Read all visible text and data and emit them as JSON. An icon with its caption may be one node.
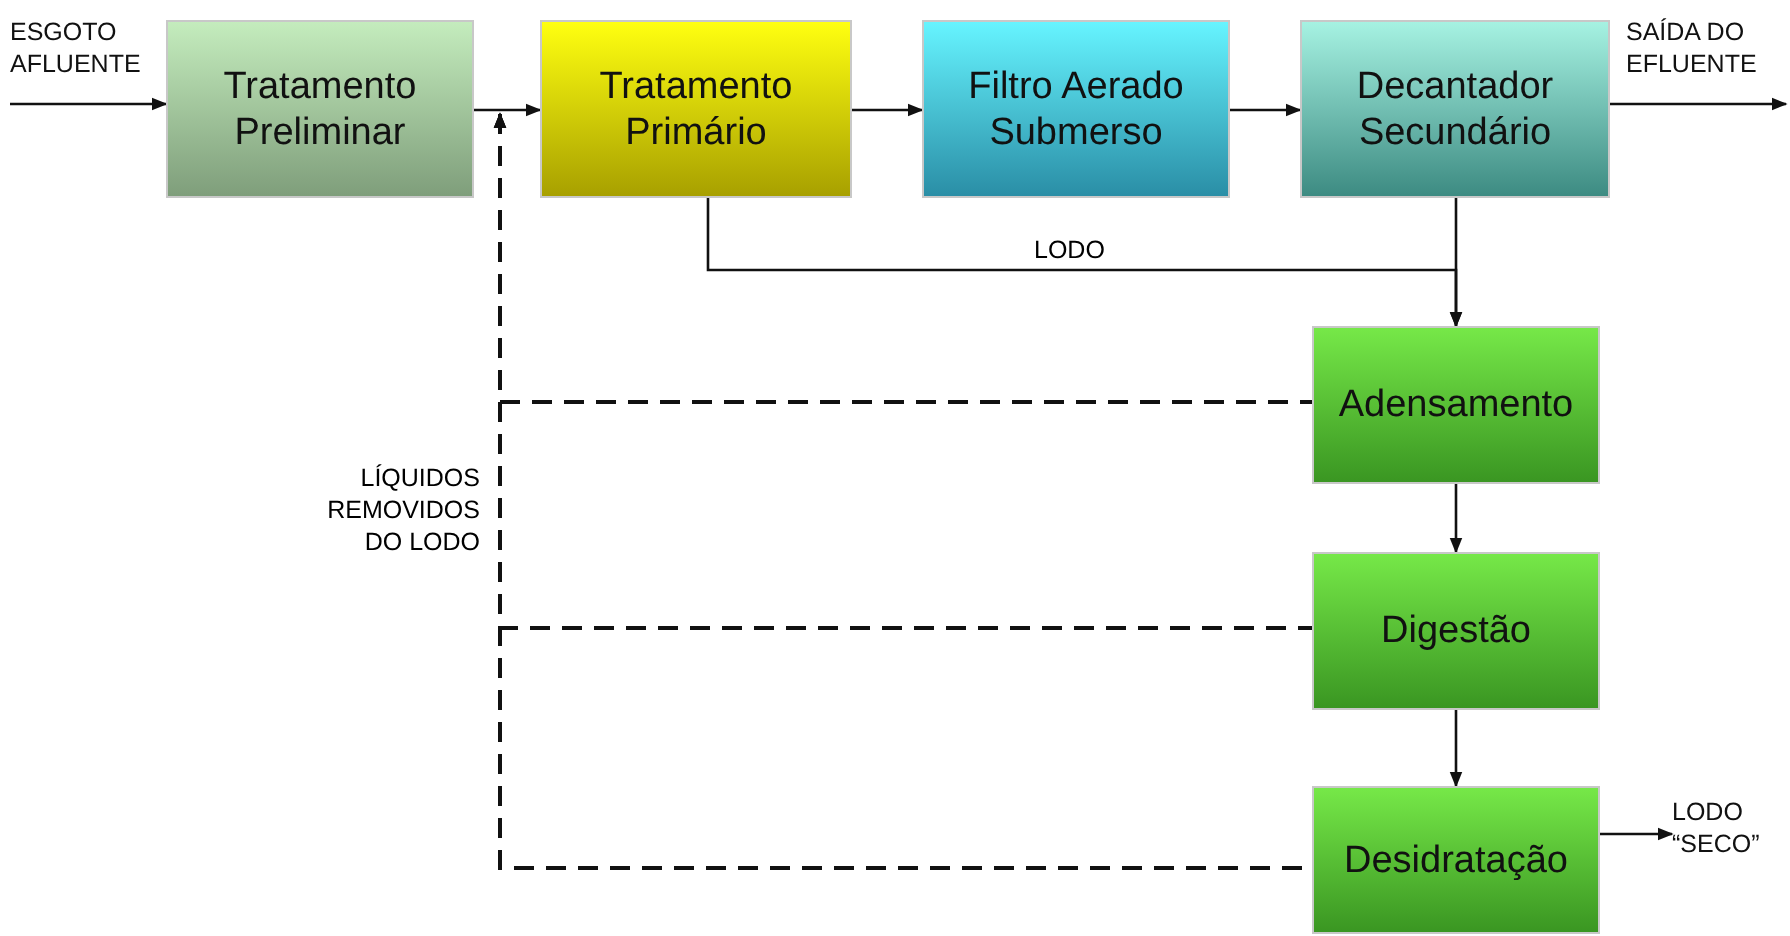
{
  "diagram": {
    "nodes": [
      {
        "text": [
          "ESGOTO AFLUENTE"
        ]
      },
      {
        "text": [
          "Tratamento Preliminar"
        ]
      },
      {
        "text": [
          "Tratamento Primário"
        ]
      },
      {
        "text": [
          "Filtro Aerado Submerso"
        ]
      },
      {
        "text": [
          "Decantador Secundário"
        ]
      },
      {
        "text": [
          "SAÍDA DO EFLUENTE"
        ]
      },
      {
        "text": [
          "Adensamento"
        ]
      },
      {
        "text": [
          "Digestão"
        ]
      },
      {
        "text": [
          "Desidratação"
        ]
      },
      {
        "text": [
          "LODO “SECO”"
        ]
      }
    ],
    "edges": [
      {
        "from": 0,
        "to": 1,
        "arrow": "to"
      },
      {
        "from": 1,
        "to": 2,
        "arrow": "to"
      },
      {
        "from": 2,
        "to": 3,
        "arrow": "to"
      },
      {
        "from": 3,
        "to": 4,
        "arrow": "to"
      },
      {
        "from": 4,
        "to": 5,
        "arrow": "to"
      },
      {
        "from": 4,
        "to": 6,
        "arrow": "to"
      },
      {
        "from": 2,
        "to": 6,
        "arrow": "to",
        "label": "LODO"
      },
      {
        "from": 6,
        "to": 7,
        "arrow": "to"
      },
      {
        "from": 7,
        "to": 8,
        "arrow": "to"
      },
      {
        "from": 8,
        "to": 9,
        "arrow": "to"
      },
      {
        "from": 6,
        "to": 1,
        "arrow": "to",
        "style": "dashed"
      },
      {
        "from": 7,
        "to": 1,
        "arrow": "to",
        "style": "dashed"
      },
      {
        "from": 8,
        "to": 1,
        "arrow": "to",
        "style": "dashed"
      }
    ],
    "labels": [
      "LÍQUIDOS REMOVIDOS DO LODO"
    ]
  }
}
